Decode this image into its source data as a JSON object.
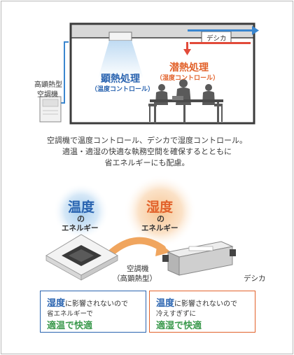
{
  "top": {
    "desica_label": "デシカ",
    "latent": {
      "title": "潜熱処理",
      "sub": "（湿度コントロール）"
    },
    "sensible": {
      "title": "顕熱処理",
      "sub": "（温度コントロール）"
    },
    "ac_label_1": "高顕熱型",
    "ac_label_2": "空調機"
  },
  "note": {
    "line1": "空調機で温度コントロール、デシカで湿度コントロール。",
    "line2": "適温・適湿の快適な執務空間を確保するとともに",
    "line3": "省エネルギーにも配慮。"
  },
  "bottom": {
    "temp_title": "温度",
    "temp_no": "の",
    "temp_energy": "エネルギー",
    "humid_title": "湿度",
    "humid_no": "の",
    "humid_energy": "エネルギー",
    "ac_caption_1": "空調機",
    "ac_caption_2": "（高顕熱型）",
    "desica_caption": "デシカ"
  },
  "boxes": {
    "left": {
      "head_em": "湿度",
      "head_rest": "に影響されないので",
      "line2": "省エネルギーで",
      "line3": "適温で快適"
    },
    "right": {
      "head_em": "温度",
      "head_rest": "に影響されないので",
      "line2": "冷えすぎずに",
      "line3": "適湿で快適"
    }
  },
  "colors": {
    "blue": "#2a64b0",
    "orange": "#e2622b",
    "green": "#3c9a4e",
    "duct_blue": "#3a86cf",
    "duct_red": "#e24a3a"
  }
}
